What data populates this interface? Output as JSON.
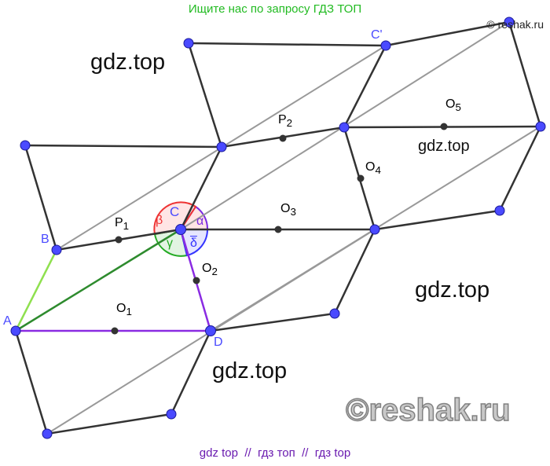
{
  "header_text": "Ищите нас по запросу ГДЗ ТОП",
  "copyright": "© reshak.ru",
  "watermarks": [
    "gdz.top",
    "gdz.top",
    "gdz.top",
    "gdz.top"
  ],
  "big_watermark": "©reshak.ru",
  "footer_text": "gdz top  //  гдз топ  //  гдз top",
  "labels": {
    "A": "A",
    "B": "B",
    "C": "C",
    "D": "D",
    "C_prime": "C'",
    "P1": "P",
    "P1_sub": "1",
    "P2": "P",
    "P2_sub": "2",
    "O1": "O",
    "O1_sub": "1",
    "O2": "O",
    "O2_sub": "2",
    "O3": "O",
    "O3_sub": "3",
    "O4": "O",
    "O4_sub": "4",
    "O5": "O",
    "O5_sub": "5"
  },
  "angles": {
    "alpha": "α",
    "beta": "β",
    "gamma": "γ",
    "delta": "δ"
  },
  "colors": {
    "point": "#4040ff",
    "edge": "#333333",
    "diagonal": "#999999",
    "purple": "#8a2be2",
    "green_light": "#7fdf3f",
    "green_dark": "#2e8b2e",
    "header": "#22bb22",
    "footer": "#6a1bb0"
  }
}
